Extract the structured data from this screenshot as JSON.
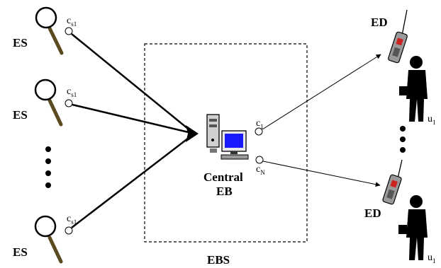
{
  "diagram": {
    "boundary_label": "EBS",
    "central": {
      "line1": "Central",
      "line2": "EB"
    },
    "sensors": [
      {
        "label": "ES",
        "port": "c",
        "port_sub": "s1"
      },
      {
        "label": "ES",
        "port": "c",
        "port_sub": "s1"
      },
      {
        "label": "ES",
        "port": "c",
        "port_sub": "s1"
      }
    ],
    "central_ports": [
      {
        "label": "c",
        "sub": "1"
      },
      {
        "label": "c",
        "sub": "N"
      }
    ],
    "devices": [
      {
        "label": "ED",
        "user": "u",
        "user_sub": "1"
      },
      {
        "label": "ED",
        "user": "u",
        "user_sub": "1"
      }
    ],
    "colors": {
      "screen": "#1a1aff",
      "phone_button": "#cc2222",
      "ink": "#000000"
    }
  }
}
